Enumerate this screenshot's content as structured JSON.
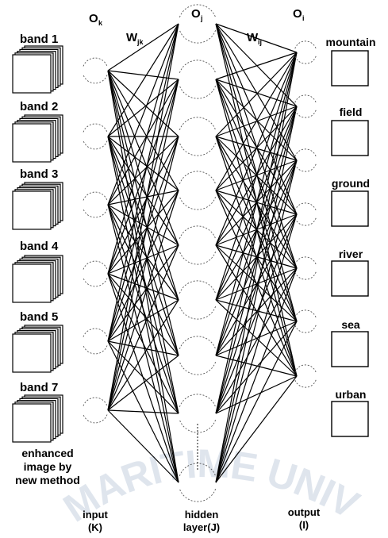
{
  "headers": {
    "input_main": "O",
    "input_sub": "k",
    "hidden_main": "O",
    "hidden_sub": "j",
    "output_main": "O",
    "output_sub": "i",
    "weights_left_main": "W",
    "weights_left_sub": "jk",
    "weights_right_main": "W",
    "weights_right_sub": "ij"
  },
  "bands": [
    "band 1",
    "band 2",
    "band 3",
    "band 4",
    "band 5",
    "band 7"
  ],
  "classes": [
    "mountain",
    "field",
    "ground",
    "river",
    "sea",
    "urban"
  ],
  "enhanced_caption": [
    "enhanced",
    "image by",
    "new method"
  ],
  "footer": {
    "input": [
      "input",
      "(K)"
    ],
    "hidden": [
      "hidden",
      "layer(J)"
    ],
    "output": [
      "output",
      "(I)"
    ]
  },
  "watermark": "MARITIME UNIVER"
}
